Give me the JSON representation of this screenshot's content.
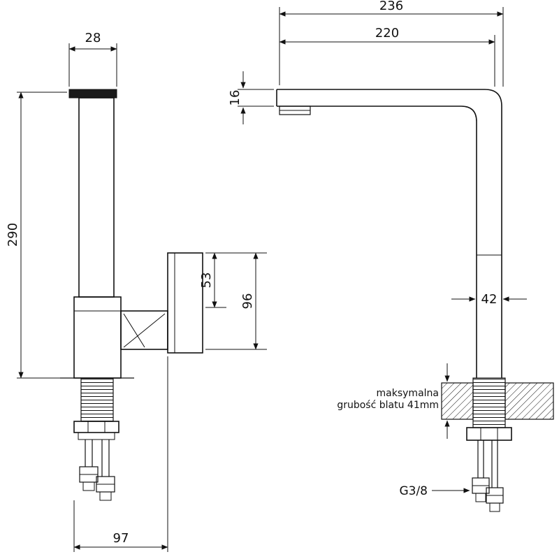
{
  "drawing": {
    "title": "faucet-technical-drawing",
    "left_view": {
      "dim_spout_width": "28",
      "dim_height": "290",
      "dim_handle_upper": "53",
      "dim_handle_total": "96",
      "dim_base_depth": "97"
    },
    "right_view": {
      "dim_reach_outer": "236",
      "dim_reach_inner": "220",
      "dim_spout_thickness": "16",
      "dim_column_width": "42",
      "counter_note_line1": "maksymalna",
      "counter_note_line2": "grubość blatu 41mm",
      "thread_size_label": "G3/8"
    }
  }
}
